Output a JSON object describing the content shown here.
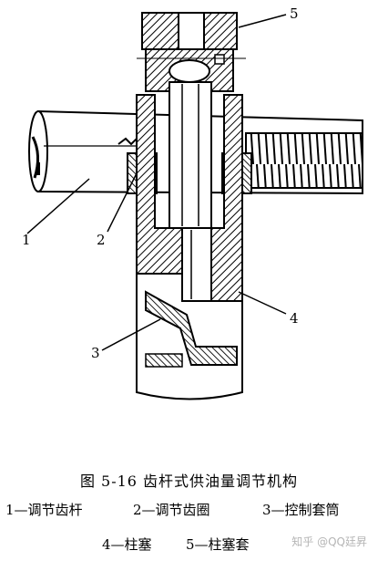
{
  "labels": [
    "5",
    "1",
    "2",
    "4",
    "3"
  ],
  "caption": "图 5-16   齿杆式供油量调节机构",
  "legend": {
    "row1": [
      "1—调节齿杆",
      "2—调节齿圈",
      "3—控制套筒"
    ],
    "row2": [
      "4—柱塞",
      "5—柱塞套"
    ]
  },
  "watermark": "知乎 @QQ廷昇"
}
